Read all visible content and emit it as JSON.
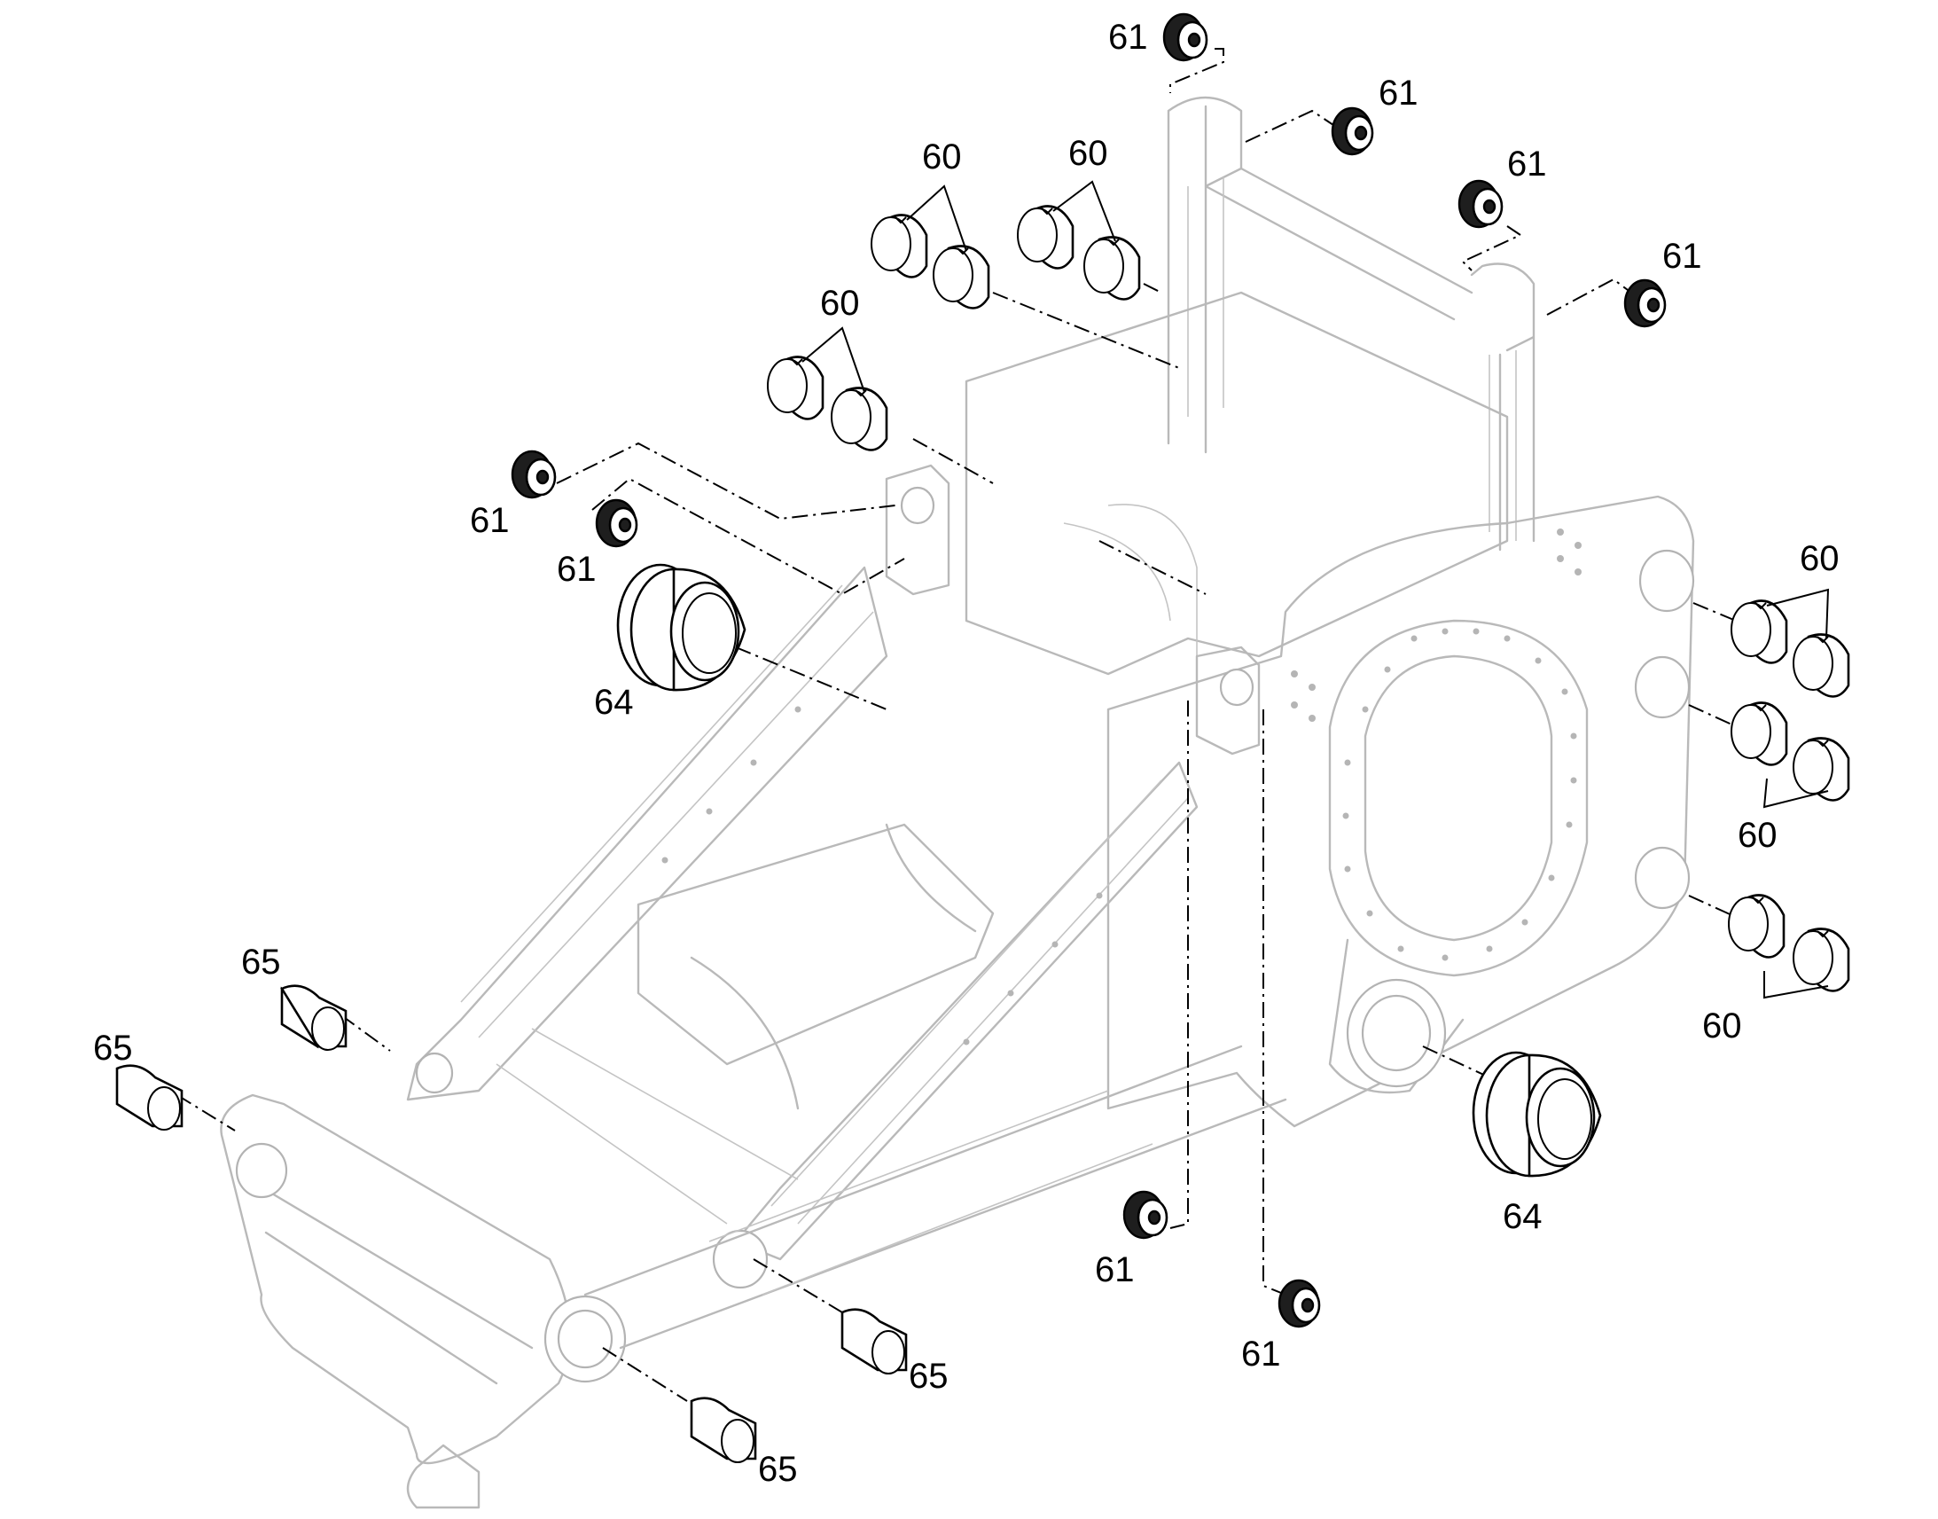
{
  "callouts": [
    {
      "id": "c-61-top",
      "text": "61"
    },
    {
      "id": "c-61-top-right",
      "text": "61"
    },
    {
      "id": "c-61-mid",
      "text": "61"
    },
    {
      "id": "c-61-mid-right",
      "text": "61"
    },
    {
      "id": "c-60-a",
      "text": "60"
    },
    {
      "id": "c-60-b",
      "text": "60"
    },
    {
      "id": "c-60-c",
      "text": "60"
    },
    {
      "id": "c-61-left-1",
      "text": "61"
    },
    {
      "id": "c-61-left-2",
      "text": "61"
    },
    {
      "id": "c-64-left",
      "text": "64"
    },
    {
      "id": "c-60-right-1",
      "text": "60"
    },
    {
      "id": "c-60-right-2",
      "text": "60"
    },
    {
      "id": "c-60-right-3",
      "text": "60"
    },
    {
      "id": "c-65-1",
      "text": "65"
    },
    {
      "id": "c-65-2",
      "text": "65"
    },
    {
      "id": "c-64-right",
      "text": "64"
    },
    {
      "id": "c-61-bottom-1",
      "text": "61"
    },
    {
      "id": "c-61-bottom-2",
      "text": "61"
    },
    {
      "id": "c-65-3",
      "text": "65"
    },
    {
      "id": "c-65-4",
      "text": "65"
    }
  ],
  "colors": {
    "frame": "#b9b9b9",
    "parts": "#000000",
    "background": "#ffffff"
  }
}
